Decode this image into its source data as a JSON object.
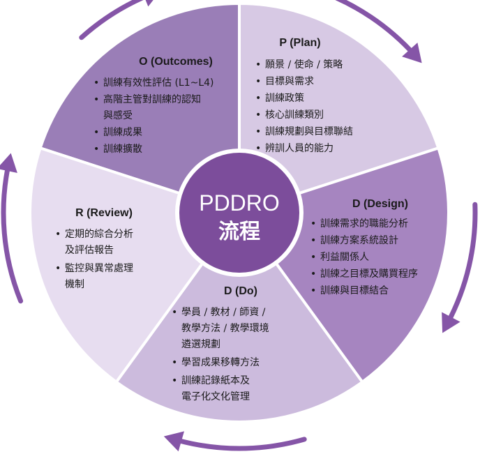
{
  "colors": {
    "outcomes": "#9a7eb7",
    "plan": "#d7c9e4",
    "design": "#a685c0",
    "do": "#ccbbdd",
    "review": "#e7ddf0",
    "center": "#7c4d9b",
    "center_ring": "#ffffff",
    "arrow": "#8555a7",
    "dark_text": "#1a1a1a",
    "light_text": "#ffffff"
  },
  "center": {
    "title": "PDDRO",
    "subtitle": "流程"
  },
  "segments": {
    "outcomes": {
      "title": "O (Outcomes)",
      "items": [
        "訓練有效性評估 (L1~L4)",
        "高階主管對訓練的認知",
        "與感受",
        "訓練成果",
        "訓練擴散"
      ]
    },
    "plan": {
      "title": "P (Plan)",
      "items": [
        "願景 / 使命 / 策略",
        "目標與需求",
        "訓練政策",
        "核心訓練類別",
        "訓練規劃與目標聯結",
        "辨訓人員的能力"
      ]
    },
    "design": {
      "title": "D (Design)",
      "items": [
        "訓練需求的職能分析",
        "訓練方案系統設計",
        "利益關係人",
        "訓練之目標及購買程序",
        "訓練與目標結合"
      ]
    },
    "do": {
      "title": "D (Do)",
      "items": [
        "學員 / 教材 / 師資 /",
        "教學方法 / 教學環境",
        "遴選規劃",
        "學習成果移轉方法",
        "訓練記錄紙本及",
        "電子化文化管理"
      ]
    },
    "review": {
      "title": "R (Review)",
      "items": [
        "定期的綜合分析",
        "及評估報告",
        "監控與異常處理",
        "機制"
      ]
    }
  },
  "cycle_arrows": [
    "top-left",
    "top-right",
    "right",
    "bottom",
    "left"
  ]
}
